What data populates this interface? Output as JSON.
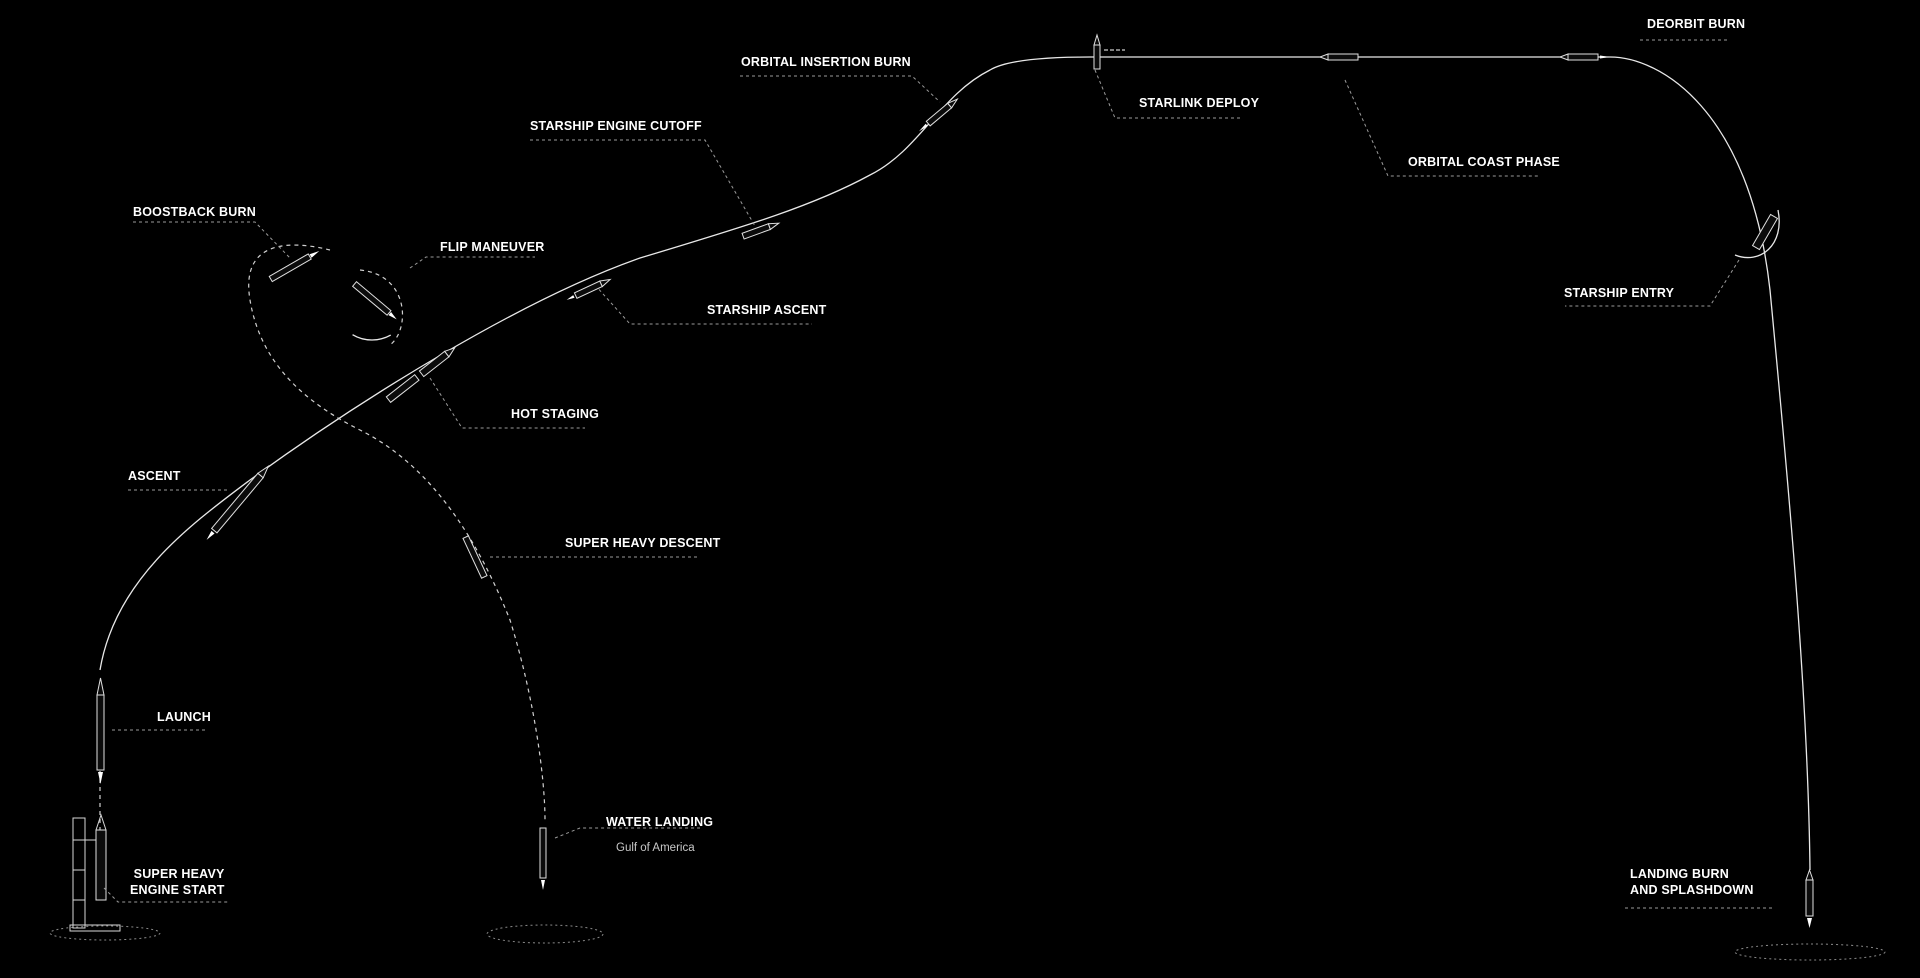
{
  "colors": {
    "background": "#000000",
    "trajectory": "#e8e8e8",
    "text": "#ffffff",
    "leader": "#9a9a9a"
  },
  "stages": {
    "engine_start": {
      "line1": "SUPER HEAVY",
      "line2": "ENGINE START"
    },
    "launch": "LAUNCH",
    "ascent": "ASCENT",
    "boostback_burn": "BOOSTBACK BURN",
    "flip_maneuver": "FLIP MANEUVER",
    "hot_staging": "HOT STAGING",
    "starship_ascent": "STARSHIP ASCENT",
    "starship_engine_cutoff": "STARSHIP ENGINE CUTOFF",
    "orbital_insertion_burn": "ORBITAL INSERTION BURN",
    "starlink_deploy": "STARLINK DEPLOY",
    "orbital_coast_phase": "ORBITAL COAST PHASE",
    "deorbit_burn": "DEORBIT BURN",
    "starship_entry": "STARSHIP ENTRY",
    "super_heavy_descent": "SUPER HEAVY DESCENT",
    "water_landing": {
      "title": "WATER LANDING",
      "location": "Gulf of America"
    },
    "landing_splashdown": {
      "line1": "LANDING BURN",
      "line2": "AND SPLASHDOWN"
    }
  }
}
